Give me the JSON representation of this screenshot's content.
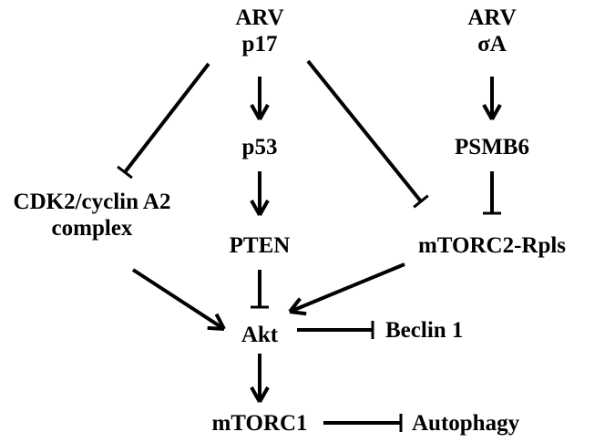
{
  "colors": {
    "ink": "#000000",
    "background": "#ffffff"
  },
  "nodes": {
    "arv_left": "ARV",
    "p17": "p17",
    "arv_right": "ARV",
    "sigma_a": "σA",
    "p53": "p53",
    "psmb6": "PSMB6",
    "cdk2_line1": "CDK2/cyclin A2",
    "cdk2_line2": "complex",
    "pten": "PTEN",
    "mtorc2": "mTORC2-Rpls",
    "akt": "Akt",
    "beclin1": "Beclin 1",
    "mtorc1": "mTORC1",
    "autophagy": "Autophagy"
  },
  "edges": [
    {
      "from": "p17",
      "to": "p53",
      "kind": "activation"
    },
    {
      "from": "p53",
      "to": "pten",
      "kind": "activation"
    },
    {
      "from": "pten",
      "to": "akt",
      "kind": "inhibition"
    },
    {
      "from": "p17",
      "to": "cdk2",
      "kind": "inhibition"
    },
    {
      "from": "p17",
      "to": "mtorc2",
      "kind": "inhibition"
    },
    {
      "from": "sigma_a",
      "to": "psmb6",
      "kind": "activation"
    },
    {
      "from": "psmb6",
      "to": "mtorc2",
      "kind": "inhibition"
    },
    {
      "from": "cdk2",
      "to": "akt",
      "kind": "activation"
    },
    {
      "from": "mtorc2",
      "to": "akt",
      "kind": "activation"
    },
    {
      "from": "akt",
      "to": "beclin1",
      "kind": "inhibition"
    },
    {
      "from": "akt",
      "to": "mtorc1",
      "kind": "activation"
    },
    {
      "from": "mtorc1",
      "to": "autophagy",
      "kind": "inhibition"
    }
  ]
}
